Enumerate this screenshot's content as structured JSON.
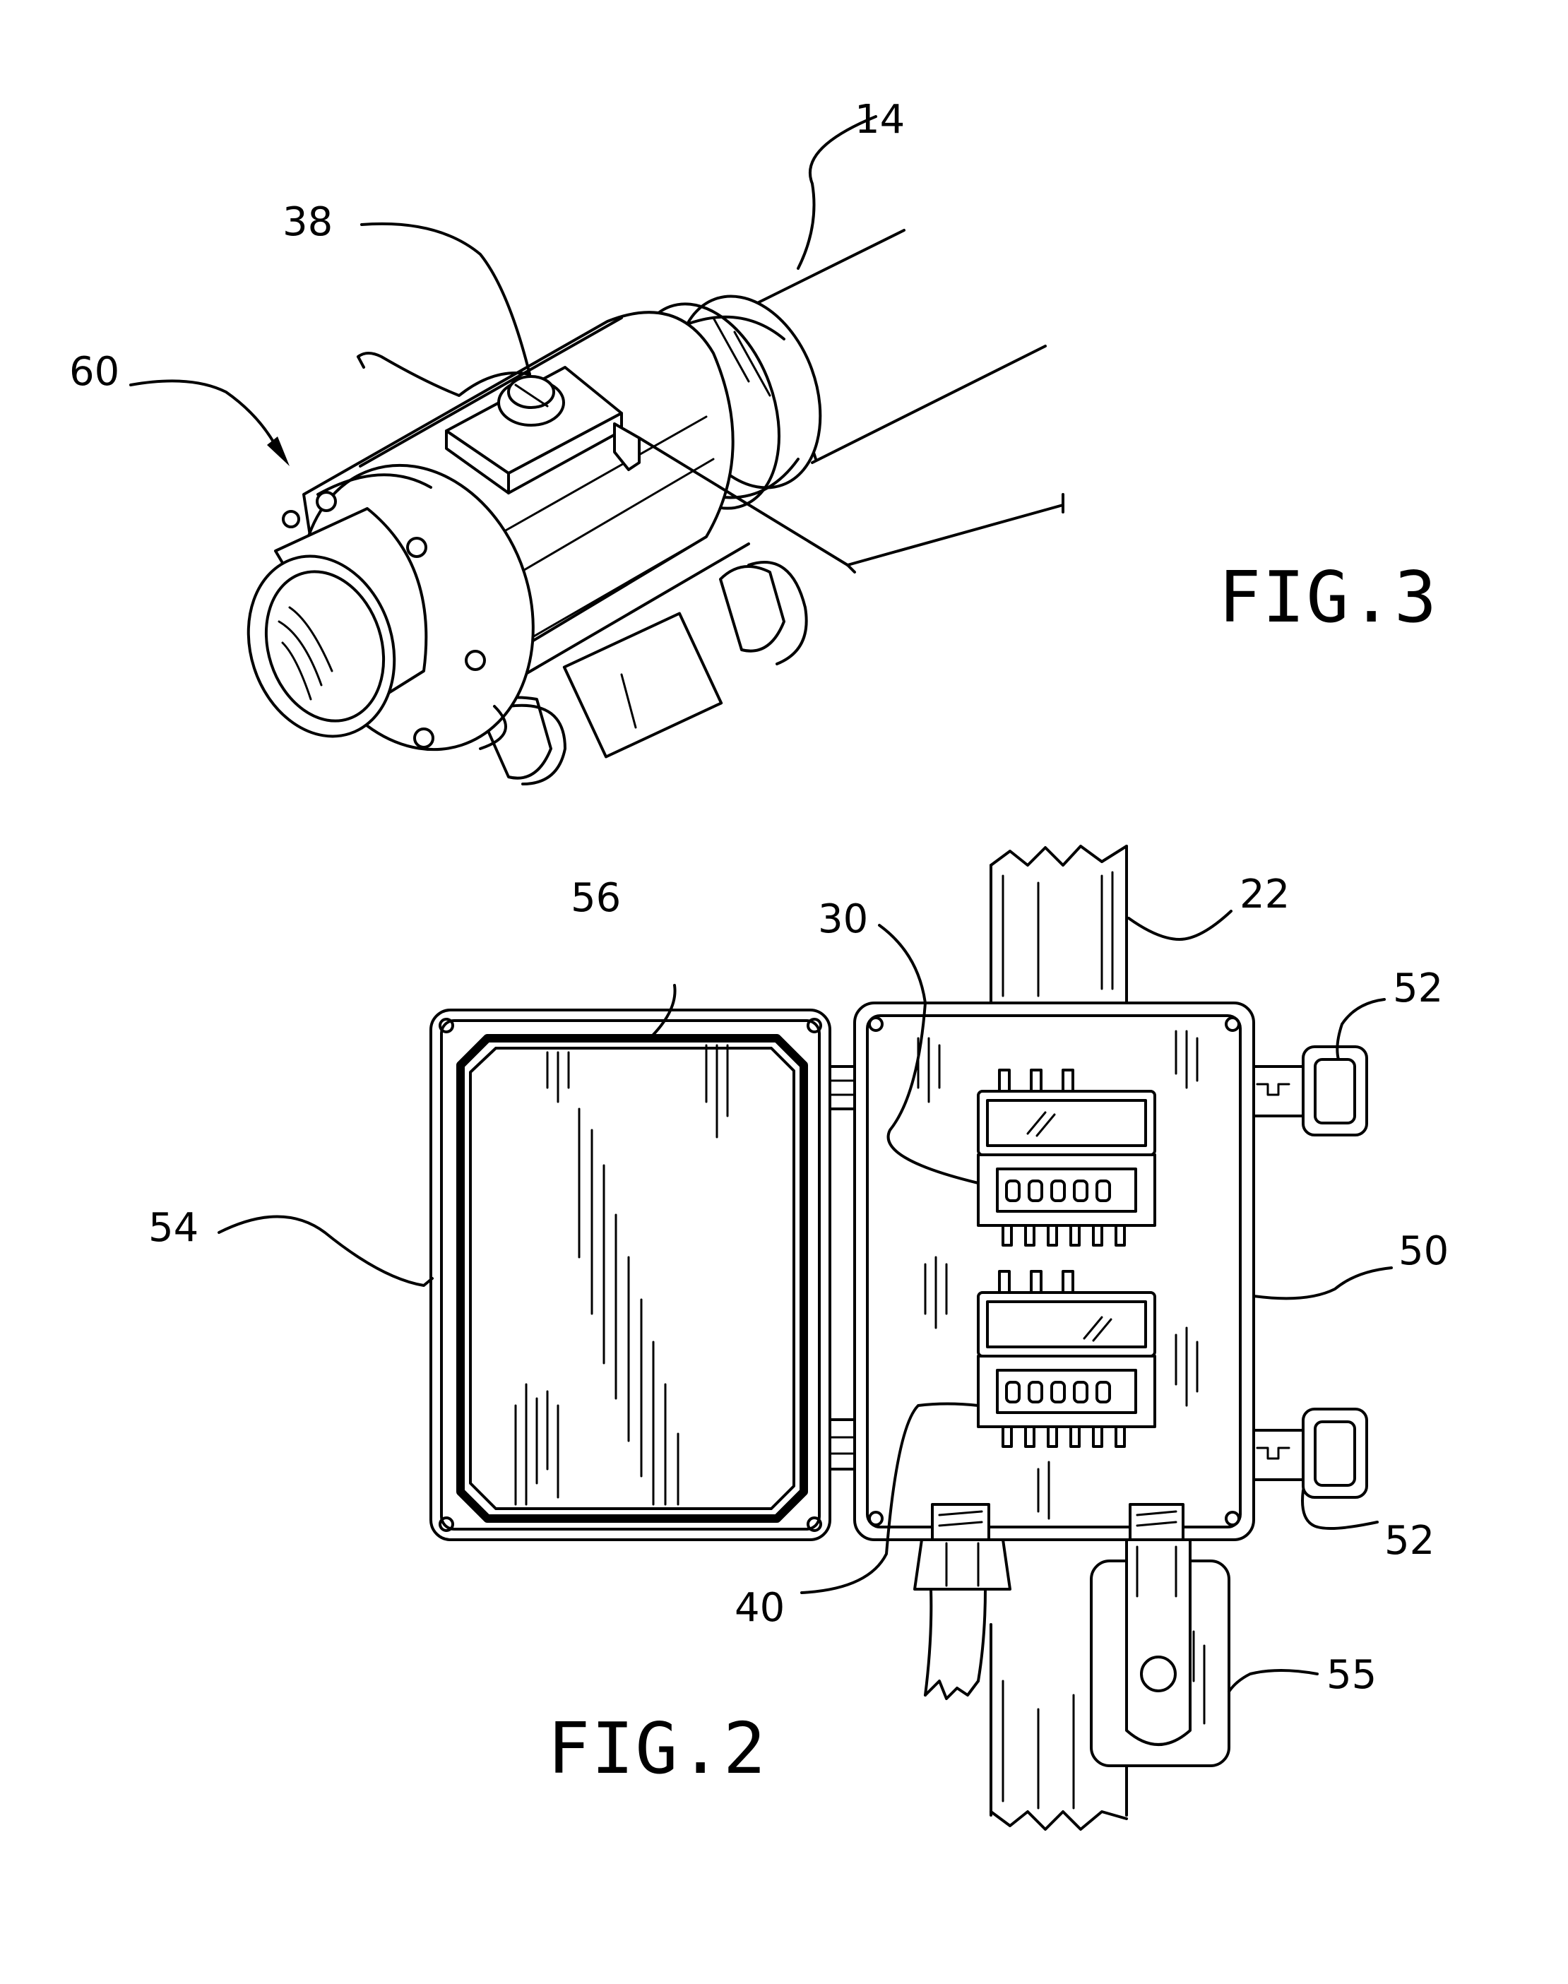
{
  "fig3": {
    "caption": "FIG.3",
    "labels": {
      "ref_14": "14",
      "ref_38": "38",
      "ref_60": "60"
    }
  },
  "fig2": {
    "caption": "FIG.2",
    "labels": {
      "ref_56": "56",
      "ref_30": "30",
      "ref_22": "22",
      "ref_52_top": "52",
      "ref_54": "54",
      "ref_50": "50",
      "ref_52_bottom": "52",
      "ref_40": "40",
      "ref_55": "55"
    }
  }
}
